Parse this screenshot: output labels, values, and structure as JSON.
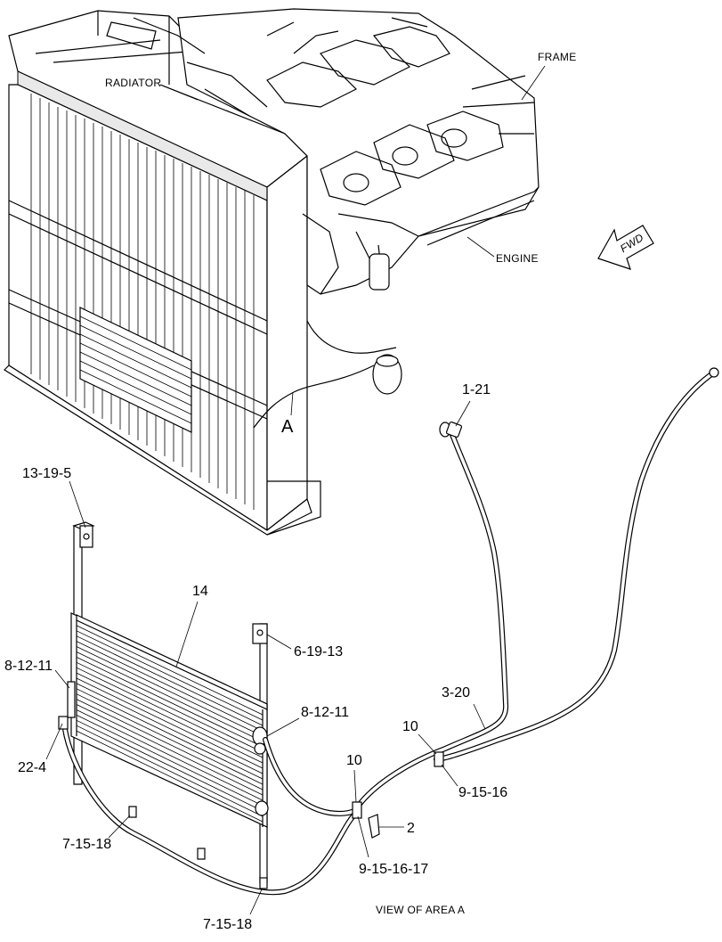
{
  "labels": {
    "radiator": "RADIATOR",
    "frame": "FRAME",
    "engine": "ENGINE",
    "fwd": "FWD",
    "area_a": "A",
    "view_caption": "VIEW OF AREA A"
  },
  "callouts": {
    "c_1_21": "1-21",
    "c_13_19_5": "13-19-5",
    "c_14": "14",
    "c_6_19_13": "6-19-13",
    "c_8_12_11_left": "8-12-11",
    "c_8_12_11_right": "8-12-11",
    "c_3_20": "3-20",
    "c_10_upper": "10",
    "c_10_lower": "10",
    "c_9_15_16": "9-15-16",
    "c_22_4": "22-4",
    "c_2": "2",
    "c_7_15_18_left": "7-15-18",
    "c_9_15_16_17": "9-15-16-17",
    "c_7_15_18_bottom": "7-15-18"
  }
}
